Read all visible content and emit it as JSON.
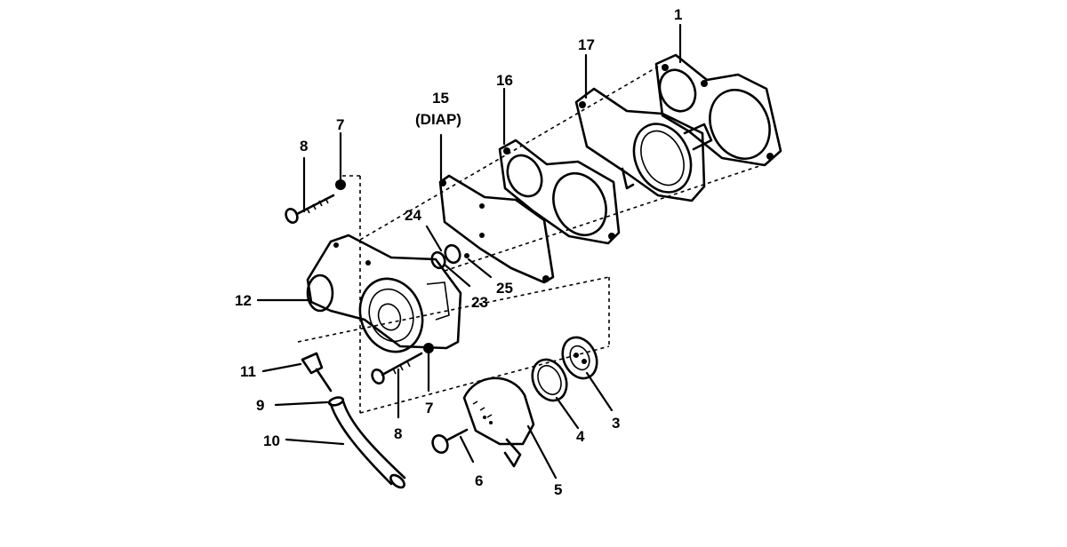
{
  "callouts": {
    "c1": "1",
    "c17": "17",
    "c16": "16",
    "c15": "15",
    "c15_sub": "(DIAP)",
    "c8_top": "8",
    "c7_top": "7",
    "c24": "24",
    "c23": "23",
    "c25": "25",
    "c12": "12",
    "c11": "11",
    "c9": "9",
    "c10": "10",
    "c8_bot": "8",
    "c7_bot": "7",
    "c6": "6",
    "c5": "5",
    "c4": "4",
    "c3": "3"
  },
  "colors": {
    "ink": "#000000",
    "paper": "#ffffff"
  }
}
